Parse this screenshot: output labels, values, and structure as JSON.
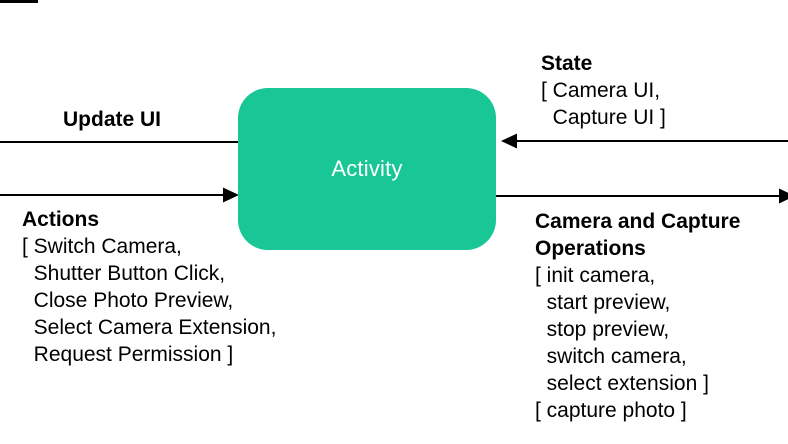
{
  "colors": {
    "box_fill": "#18C795",
    "box_text": "#ffffff",
    "line_color": "#000000",
    "background": "#ffffff"
  },
  "diagram": {
    "activity_box": {
      "label": "Activity"
    },
    "update_ui": {
      "label": "Update UI"
    },
    "state": {
      "heading": "State",
      "lines": [
        "[ Camera UI,",
        "  Capture UI ]"
      ]
    },
    "actions": {
      "heading": "Actions",
      "lines": [
        "[ Switch Camera,",
        "  Shutter Button Click,",
        "  Close Photo Preview,",
        "  Select Camera Extension,",
        "  Request Permission ]"
      ]
    },
    "camera_operations": {
      "heading_lines": [
        "Camera and Capture",
        "Operations"
      ],
      "lines": [
        "[ init camera,",
        "  start preview,",
        "  stop preview,",
        "  switch camera,",
        "  select extension ]",
        "[ capture photo ]"
      ]
    }
  }
}
